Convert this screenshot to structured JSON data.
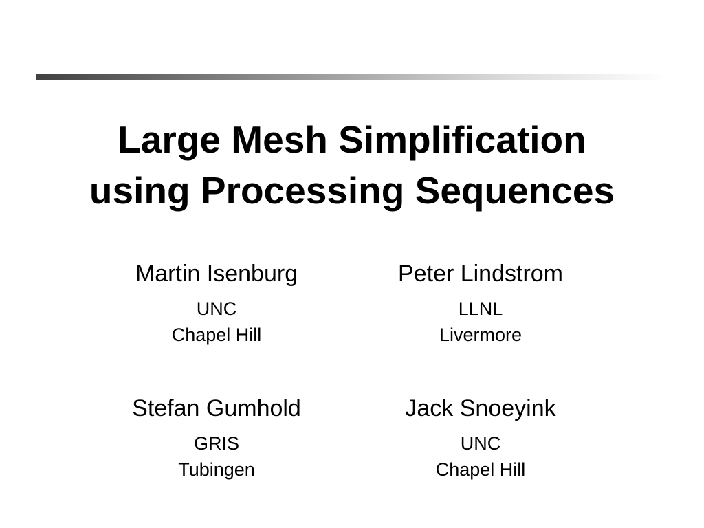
{
  "title": {
    "line1": "Large Mesh Simplification",
    "line2": "using Processing Sequences"
  },
  "authors": [
    {
      "name": "Martin Isenburg",
      "affiliation_line1": "UNC",
      "affiliation_line2": "Chapel Hill"
    },
    {
      "name": "Peter Lindstrom",
      "affiliation_line1": "LLNL",
      "affiliation_line2": "Livermore"
    },
    {
      "name": "Stefan Gumhold",
      "affiliation_line1": "GRIS",
      "affiliation_line2": "Tubingen"
    },
    {
      "name": "Jack Snoeyink",
      "affiliation_line1": "UNC",
      "affiliation_line2": "Chapel Hill"
    }
  ],
  "colors": {
    "bar_start": "#404040",
    "bar_end": "#ffffff",
    "text": "#000000",
    "background": "#ffffff"
  }
}
